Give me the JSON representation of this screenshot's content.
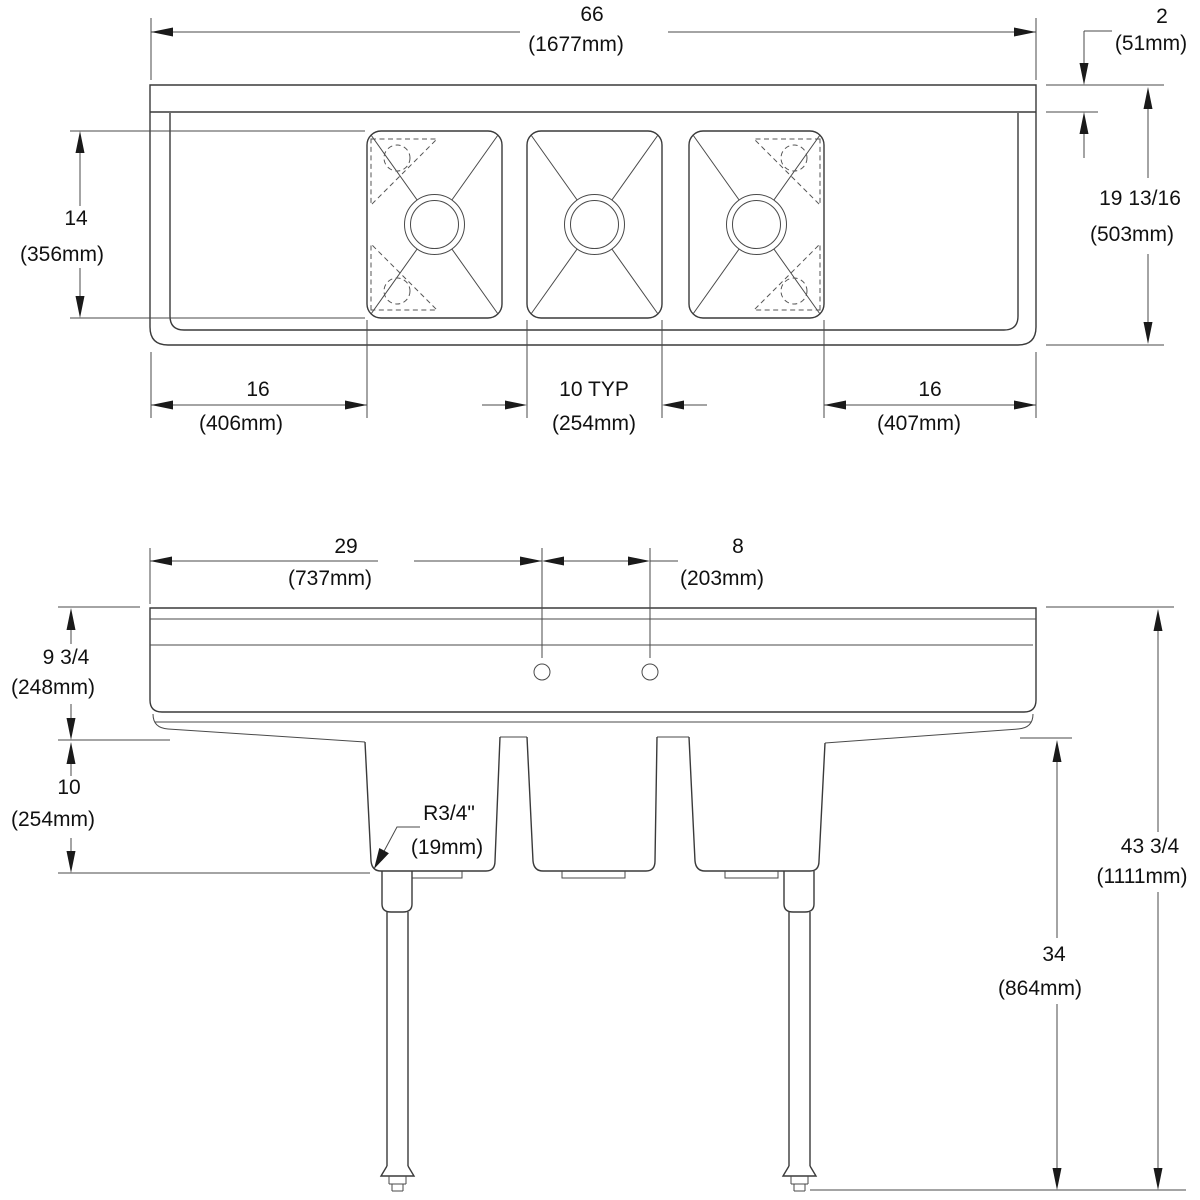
{
  "plan_view": {
    "dim_overall_width": {
      "value": "66",
      "metric": "(1677mm)"
    },
    "dim_backsplash": {
      "value": "2",
      "metric": "(51mm)"
    },
    "dim_bowl_front_back": {
      "value": "14",
      "metric": "(356mm)"
    },
    "dim_overall_depth": {
      "value": "19 13/16",
      "metric": "(503mm)"
    },
    "dim_left_drainboard": {
      "value": "16",
      "metric": "(406mm)"
    },
    "dim_bowl_width_typ": {
      "value": "10 TYP",
      "metric": "(254mm)"
    },
    "dim_right_drainboard": {
      "value": "16",
      "metric": "(407mm)"
    }
  },
  "elevation_view": {
    "dim_faucet_offset": {
      "value": "29",
      "metric": "(737mm)"
    },
    "dim_faucet_spacing": {
      "value": "8",
      "metric": "(203mm)"
    },
    "dim_rim_height": {
      "value": "9 3/4",
      "metric": "(248mm)"
    },
    "dim_bowl_depth": {
      "value": "10",
      "metric": "(254mm)"
    },
    "note_corner_radius": {
      "value": "R3/4\"",
      "metric": "(19mm)"
    },
    "dim_overall_height": {
      "value": "43 3/4",
      "metric": "(1111mm)"
    },
    "dim_floor_to_rim": {
      "value": "34",
      "metric": "(864mm)"
    }
  }
}
